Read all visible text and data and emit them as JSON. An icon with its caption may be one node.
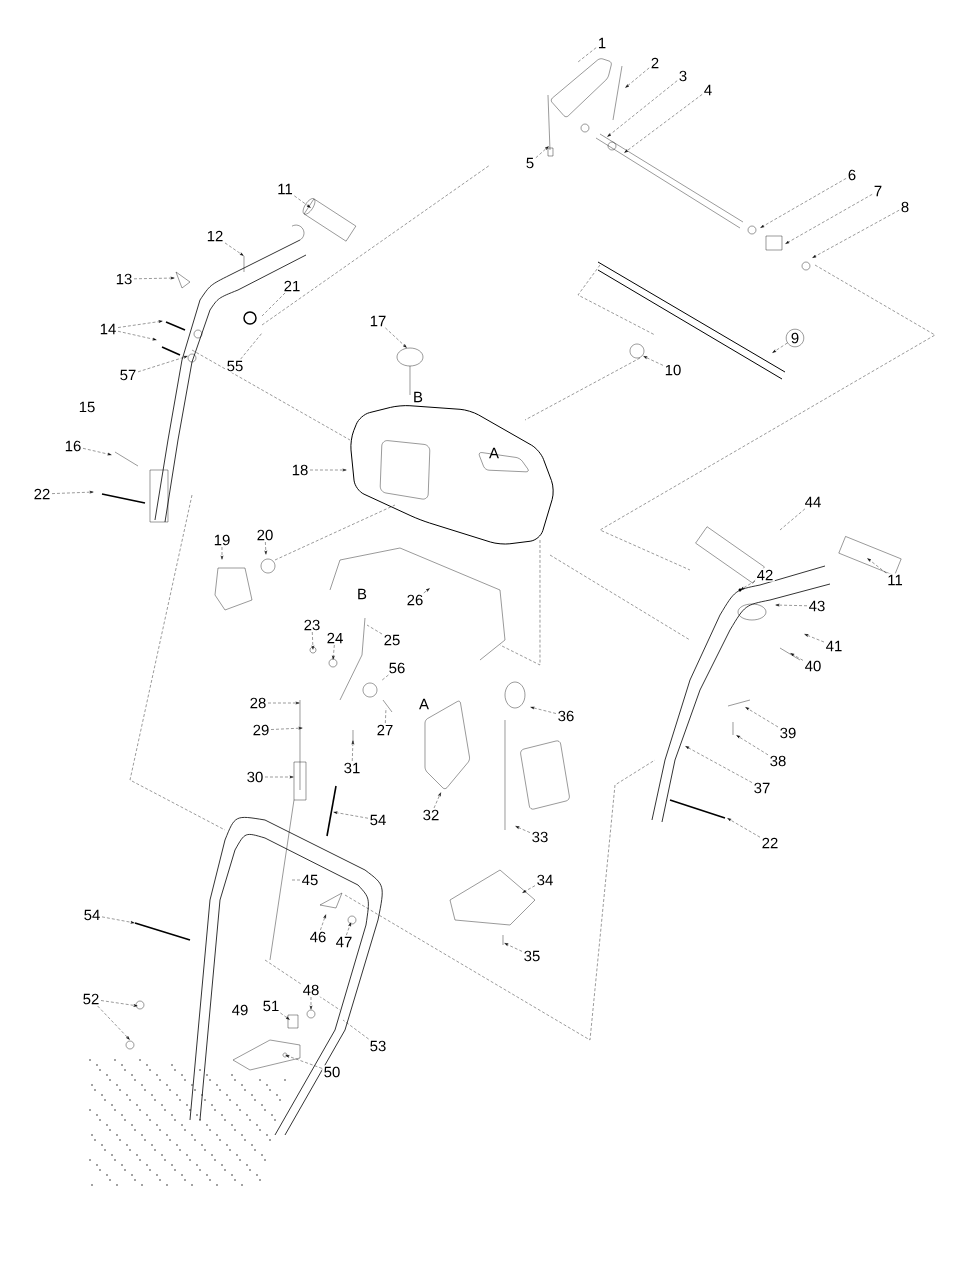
{
  "diagram": {
    "nodes": [
      {
        "text": [
          "1"
        ]
      },
      {
        "text": [
          "2"
        ]
      },
      {
        "text": [
          "3"
        ]
      },
      {
        "text": [
          "4"
        ]
      },
      {
        "text": [
          "5"
        ]
      },
      {
        "text": [
          "6"
        ]
      },
      {
        "text": [
          "7"
        ]
      },
      {
        "text": [
          "8"
        ]
      },
      {
        "text": [
          "11"
        ]
      },
      {
        "text": [
          "12"
        ]
      },
      {
        "text": [
          "13"
        ]
      },
      {
        "text": [
          "21"
        ]
      },
      {
        "text": [
          "14"
        ]
      },
      {
        "text": [
          "55"
        ]
      },
      {
        "text": [
          "57"
        ]
      },
      {
        "text": [
          "17"
        ]
      },
      {
        "text": [
          "9"
        ]
      },
      {
        "text": [
          "10"
        ]
      },
      {
        "text": [
          "16"
        ]
      },
      {
        "text": [
          "18"
        ]
      },
      {
        "text": [
          "22"
        ]
      },
      {
        "text": [
          "44"
        ]
      },
      {
        "text": [
          "19"
        ]
      },
      {
        "text": [
          "20"
        ]
      },
      {
        "text": [
          "26"
        ]
      },
      {
        "text": [
          "42"
        ]
      },
      {
        "text": [
          "11"
        ]
      },
      {
        "text": [
          "43"
        ]
      },
      {
        "text": [
          "23"
        ]
      },
      {
        "text": [
          "41"
        ]
      },
      {
        "text": [
          "24"
        ]
      },
      {
        "text": [
          "25"
        ]
      },
      {
        "text": [
          "40"
        ]
      },
      {
        "text": [
          "56"
        ]
      },
      {
        "text": [
          "28"
        ]
      },
      {
        "text": [
          "36"
        ]
      },
      {
        "text": [
          "27"
        ]
      },
      {
        "text": [
          "29"
        ]
      },
      {
        "text": [
          "39"
        ]
      },
      {
        "text": [
          "38"
        ]
      },
      {
        "text": [
          "31"
        ]
      },
      {
        "text": [
          "30"
        ]
      },
      {
        "text": [
          "37"
        ]
      },
      {
        "text": [
          "32"
        ]
      },
      {
        "text": [
          "54"
        ]
      },
      {
        "text": [
          "33"
        ]
      },
      {
        "text": [
          "22"
        ]
      },
      {
        "text": [
          "34"
        ]
      },
      {
        "text": [
          "45"
        ]
      },
      {
        "text": [
          "54"
        ]
      },
      {
        "text": [
          "46"
        ]
      },
      {
        "text": [
          "47"
        ]
      },
      {
        "text": [
          "35"
        ]
      },
      {
        "text": [
          "48"
        ]
      },
      {
        "text": [
          "52"
        ]
      },
      {
        "text": [
          "51"
        ]
      },
      {
        "text": [
          "53"
        ]
      },
      {
        "text": [
          "50"
        ]
      }
    ],
    "edges": [
      {
        "from": 0,
        "to": null,
        "arrow": "none"
      },
      {
        "from": 1,
        "to": null,
        "arrow": "to"
      },
      {
        "from": 2,
        "to": null,
        "arrow": "to"
      },
      {
        "from": 3,
        "to": null,
        "arrow": "to"
      },
      {
        "from": 4,
        "to": null,
        "arrow": "to"
      },
      {
        "from": 5,
        "to": null,
        "arrow": "to"
      },
      {
        "from": 6,
        "to": null,
        "arrow": "to"
      },
      {
        "from": 7,
        "to": null,
        "arrow": "to"
      },
      {
        "from": 8,
        "to": null,
        "arrow": "to"
      },
      {
        "from": 9,
        "to": null,
        "arrow": "to"
      },
      {
        "from": 10,
        "to": null,
        "arrow": "to"
      },
      {
        "from": 11,
        "to": null,
        "arrow": "none"
      },
      {
        "from": 12,
        "to": null,
        "arrow": "to"
      },
      {
        "from": 12,
        "to": null,
        "arrow": "to"
      },
      {
        "from": 13,
        "to": null,
        "arrow": "none"
      },
      {
        "from": 14,
        "to": null,
        "arrow": "to"
      },
      {
        "from": 15,
        "to": null,
        "arrow": "to"
      },
      {
        "from": 16,
        "to": null,
        "arrow": "to"
      },
      {
        "from": 17,
        "to": null,
        "arrow": "to"
      },
      {
        "from": 18,
        "to": null,
        "arrow": "to"
      },
      {
        "from": 19,
        "to": null,
        "arrow": "to"
      },
      {
        "from": 20,
        "to": null,
        "arrow": "to"
      },
      {
        "from": 21,
        "to": null,
        "arrow": "none"
      },
      {
        "from": 22,
        "to": null,
        "arrow": "to"
      },
      {
        "from": 23,
        "to": null,
        "arrow": "to"
      },
      {
        "from": 24,
        "to": null,
        "arrow": "to"
      },
      {
        "from": 25,
        "to": null,
        "arrow": "to"
      },
      {
        "from": 26,
        "to": null,
        "arrow": "to"
      },
      {
        "from": 27,
        "to": null,
        "arrow": "to"
      },
      {
        "from": 28,
        "to": null,
        "arrow": "to"
      },
      {
        "from": 29,
        "to": null,
        "arrow": "to"
      },
      {
        "from": 30,
        "to": null,
        "arrow": "to"
      },
      {
        "from": 31,
        "to": null,
        "arrow": "none"
      },
      {
        "from": 32,
        "to": null,
        "arrow": "to"
      },
      {
        "from": 33,
        "to": null,
        "arrow": "none"
      },
      {
        "from": 34,
        "to": null,
        "arrow": "to"
      },
      {
        "from": 35,
        "to": null,
        "arrow": "to"
      },
      {
        "from": 36,
        "to": null,
        "arrow": "none"
      },
      {
        "from": 37,
        "to": null,
        "arrow": "to"
      },
      {
        "from": 38,
        "to": null,
        "arrow": "to"
      },
      {
        "from": 39,
        "to": null,
        "arrow": "to"
      },
      {
        "from": 40,
        "to": null,
        "arrow": "to"
      },
      {
        "from": 41,
        "to": null,
        "arrow": "to"
      },
      {
        "from": 42,
        "to": null,
        "arrow": "to"
      },
      {
        "from": 43,
        "to": null,
        "arrow": "to"
      },
      {
        "from": 44,
        "to": null,
        "arrow": "to"
      },
      {
        "from": 45,
        "to": null,
        "arrow": "to"
      },
      {
        "from": 46,
        "to": null,
        "arrow": "to"
      },
      {
        "from": 47,
        "to": null,
        "arrow": "to"
      },
      {
        "from": 48,
        "to": null,
        "arrow": "none"
      },
      {
        "from": 49,
        "to": null,
        "arrow": "to"
      },
      {
        "from": 50,
        "to": null,
        "arrow": "to"
      },
      {
        "from": 51,
        "to": null,
        "arrow": "to"
      },
      {
        "from": 52,
        "to": null,
        "arrow": "to"
      },
      {
        "from": 53,
        "to": null,
        "arrow": "to"
      },
      {
        "from": 54,
        "to": null,
        "arrow": "to"
      },
      {
        "from": 54,
        "to": null,
        "arrow": "to"
      },
      {
        "from": 55,
        "to": null,
        "arrow": "to"
      },
      {
        "from": 56,
        "to": null,
        "arrow": "none"
      },
      {
        "from": 57,
        "to": null,
        "arrow": "to"
      }
    ],
    "labels": [
      "B",
      "15",
      "A",
      "B",
      "A",
      "49"
    ]
  }
}
